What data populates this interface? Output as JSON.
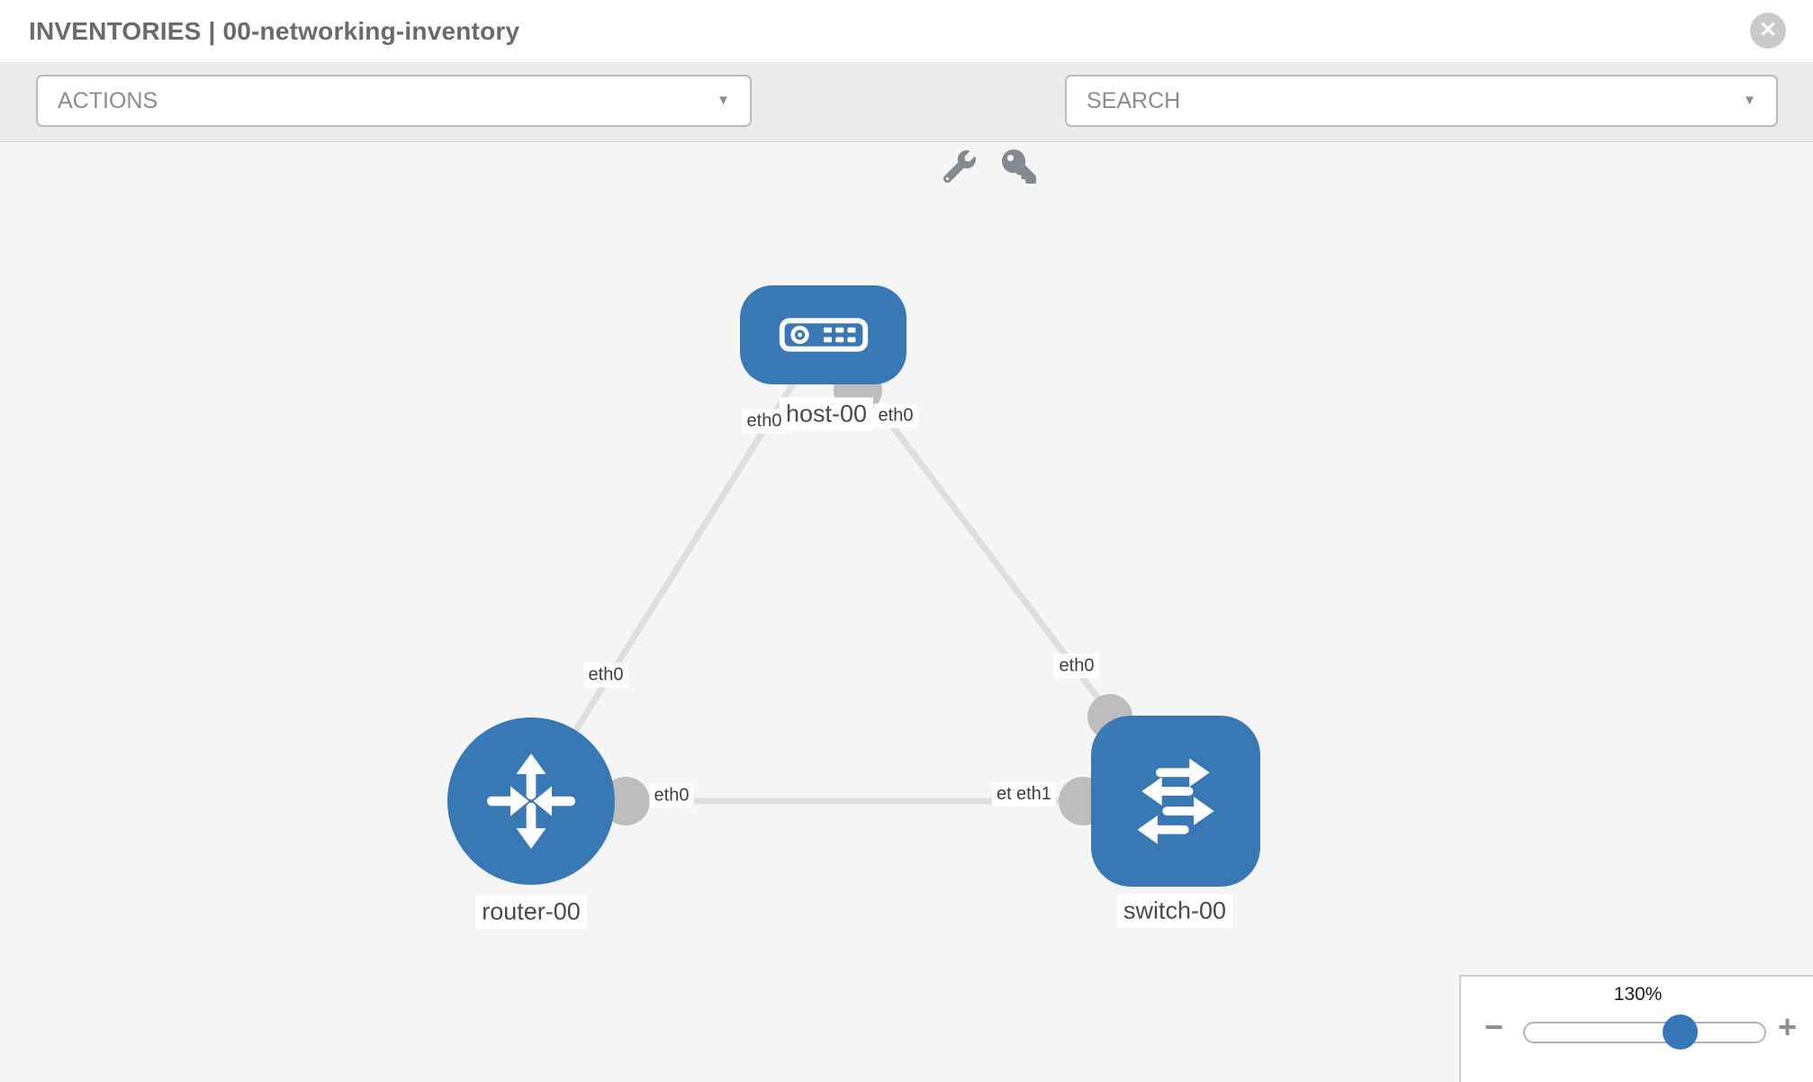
{
  "header": {
    "title": "INVENTORIES | 00-networking-inventory"
  },
  "toolbar": {
    "actions_label": "ACTIONS",
    "search_label": "SEARCH"
  },
  "icons": {
    "close_icon": "✕",
    "caret_icon": "▼",
    "minus_icon": "−",
    "plus_icon": "+"
  },
  "diagram": {
    "nodes": [
      {
        "name": "host-00",
        "type": "host"
      },
      {
        "name": "router-00",
        "type": "router"
      },
      {
        "name": "switch-00",
        "type": "switch"
      }
    ],
    "interface_labels": {
      "host_router_host_end": "eth0",
      "host_router_router_end": "eth0",
      "host_switch_host_end": "eth0",
      "host_switch_switch_end": "eth0",
      "router_switch_router_end": "eth0",
      "router_switch_switch_end_under": "eth0",
      "router_switch_switch_end_over": "eth1"
    }
  },
  "zoom_control": {
    "level": "130%"
  },
  "colors": {
    "node_blue": "#3879b5",
    "link_gray": "#dedede",
    "interface_gray": "#bdbdbd",
    "toolbar_bg": "#ebebeb",
    "canvas_bg": "#f5f5f6",
    "knob_blue": "#3577b7"
  }
}
